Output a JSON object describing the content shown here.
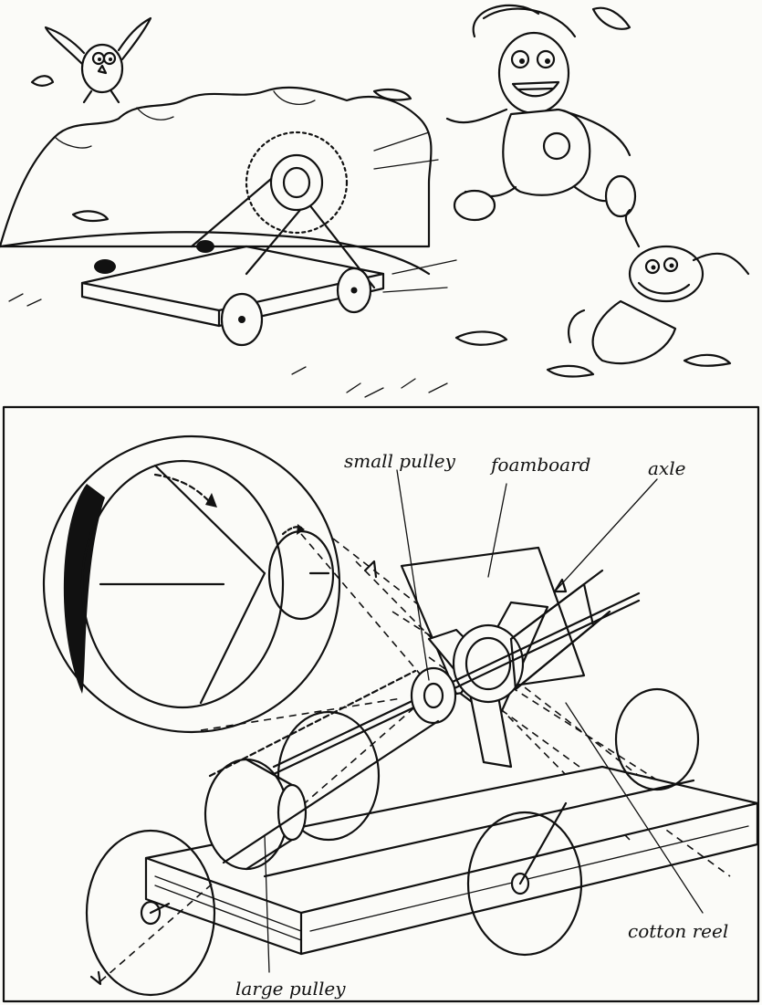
{
  "labels": {
    "small_pulley": "small pulley",
    "foamboard": "foamboard",
    "axle": "axle",
    "cotton_reel": "cotton reel",
    "large_pulley": "large pulley"
  },
  "colors": {
    "ink": "#111111",
    "paper": "#fbfbf8",
    "ghost_text": "#d9d9d6"
  }
}
